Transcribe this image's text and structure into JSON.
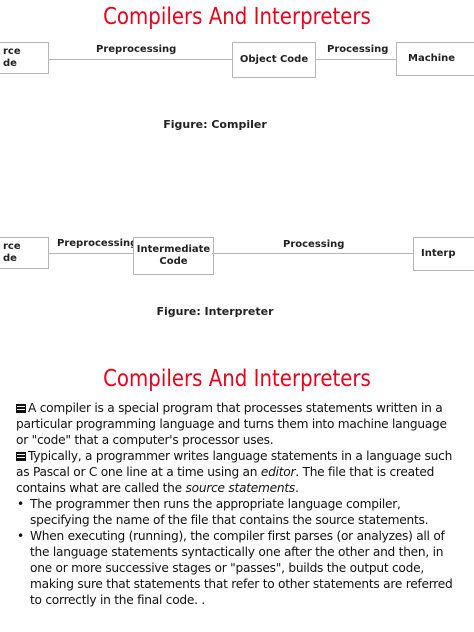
{
  "slide1": {
    "title": "Compilers And Interpreters",
    "compiler_diagram": {
      "source_box": [
        "rce",
        "de"
      ],
      "arrow1_label": "Preprocessing",
      "object_box": "Object Code",
      "arrow2_label": "Processing",
      "machine_box": "Machine",
      "caption": "Figure: Compiler"
    },
    "interpreter_diagram": {
      "source_box": [
        "rce",
        "de"
      ],
      "arrow1_label": "Preprocessing",
      "intermediate_box": [
        "Intermediate",
        "Code"
      ],
      "arrow2_label": "Processing",
      "interp_box": "Interp",
      "caption": "Figure: Interpreter"
    }
  },
  "slide2": {
    "title": "Compilers And Interpreters",
    "para1": "A compiler is a special program that processes statements written in a particular programming language and turns them into machine language or \"code\" that a computer's processor uses.",
    "para2_a": "Typically, a programmer writes language statements in a language such as Pascal or C one line at a time using an ",
    "para2_editor": "editor",
    "para2_b": ". The file that is created contains what are called the ",
    "para2_source": "source statements",
    "para2_c": ".",
    "bullets": [
      "The programmer then runs the appropriate language compiler, specifying the name of the file that contains the source statements.",
      "When executing (running), the compiler first parses (or analyzes) all of the language statements syntactically one after the other and then, in one or more successive stages or \"passes\", builds the output code, making sure that statements that refer to other statements are referred to correctly in the final code.  ."
    ]
  }
}
